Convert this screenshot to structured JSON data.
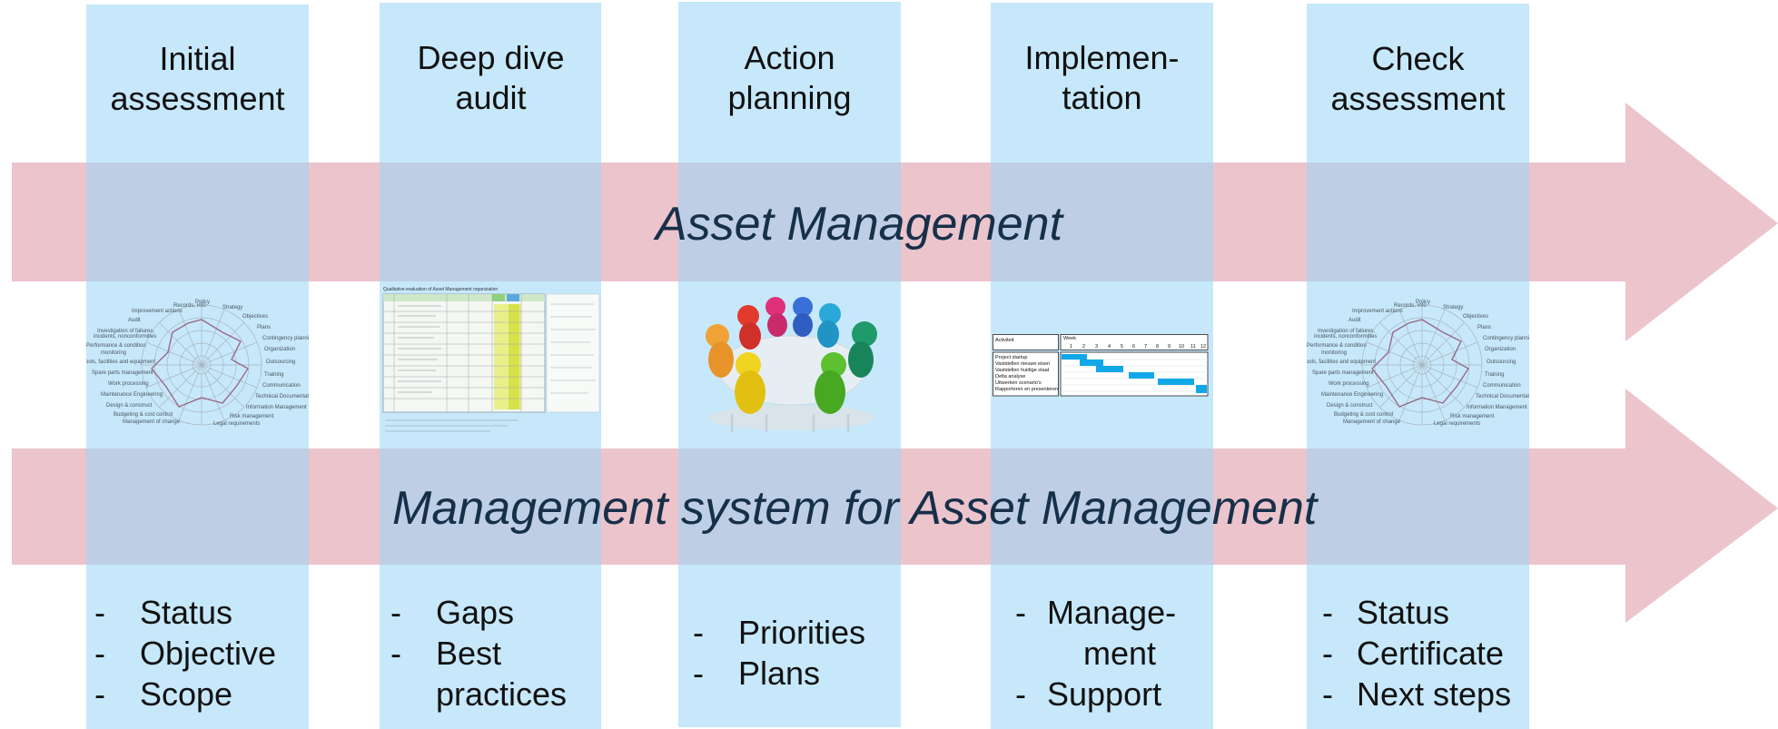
{
  "arrows": {
    "top_label": "Asset Management",
    "bottom_label": "Management system for Asset Management",
    "color": "#ecc4cc"
  },
  "columns": [
    {
      "title_line1": "Initial",
      "title_line2": "assessment",
      "image": "radar-chart",
      "bullets": [
        {
          "dash": "-",
          "text": "Status"
        },
        {
          "dash": "-",
          "text": "Objective"
        },
        {
          "dash": "-",
          "text": "Scope"
        }
      ]
    },
    {
      "title_line1": "Deep dive",
      "title_line2": "audit",
      "image": "spreadsheet",
      "bullets": [
        {
          "dash": "-",
          "text": "Gaps"
        },
        {
          "dash": "-",
          "text": "Best"
        },
        {
          "dash": "",
          "text": "practices"
        }
      ]
    },
    {
      "title_line1": "Action",
      "title_line2": "planning",
      "image": "round-table-figures",
      "bullets": [
        {
          "dash": "-",
          "text": "Priorities"
        },
        {
          "dash": "-",
          "text": "Plans"
        }
      ]
    },
    {
      "title_line1": "Implemen-",
      "title_line2": "tation",
      "image": "gantt-chart",
      "bullets": [
        {
          "dash": "-",
          "text": "Manage-"
        },
        {
          "dash": "",
          "text": "ment"
        },
        {
          "dash": "-",
          "text": "Support"
        }
      ]
    },
    {
      "title_line1": "Check",
      "title_line2": "assessment",
      "image": "radar-chart",
      "bullets": [
        {
          "dash": "-",
          "text": "Status"
        },
        {
          "dash": "-",
          "text": "Certificate"
        },
        {
          "dash": "-",
          "text": "Next steps"
        }
      ]
    }
  ]
}
